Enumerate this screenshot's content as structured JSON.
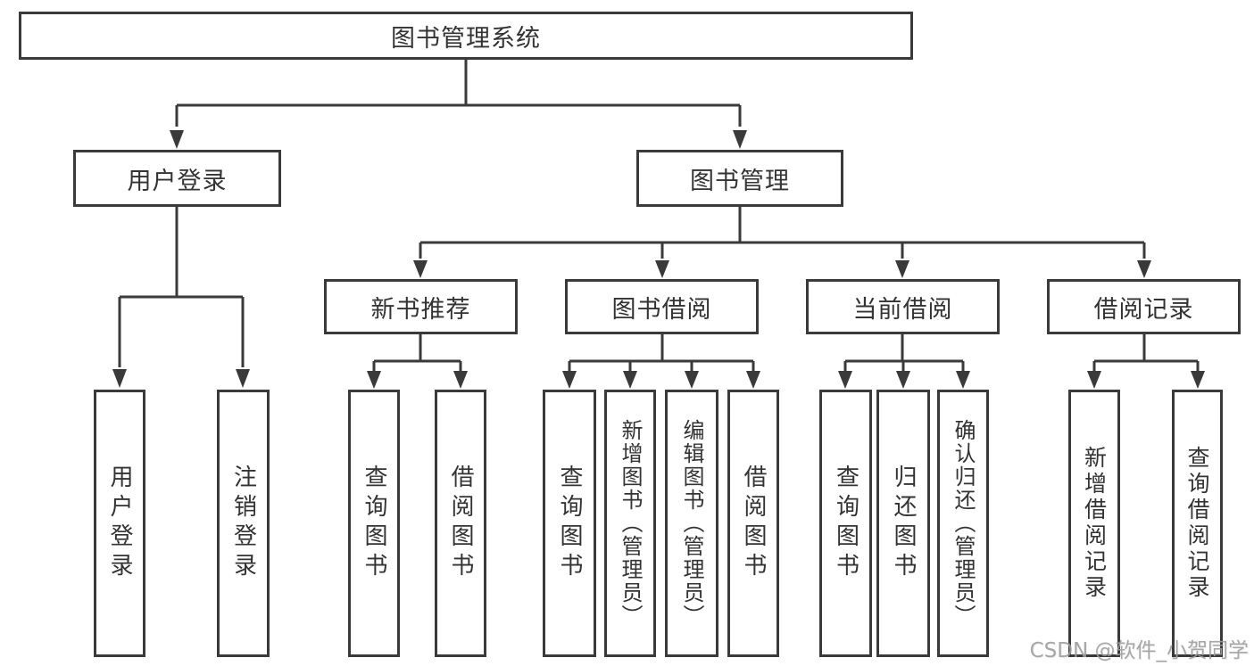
{
  "diagram": {
    "root_label": "图书管理系统",
    "level2": {
      "login": "用户登录",
      "management": "图书管理"
    },
    "level3": {
      "recommend": "新书推荐",
      "borrow": "图书借阅",
      "current": "当前借阅",
      "records": "借阅记录"
    },
    "leaves": {
      "login_children": [
        "用户登录",
        "注销登录"
      ],
      "recommend_children": [
        "查询图书",
        "借阅图书"
      ],
      "borrow_children": [
        "查询图书",
        "新增图书（管理员）",
        "编辑图书（管理员）",
        "借阅图书"
      ],
      "current_children": [
        "查询图书",
        "归还图书",
        "确认归还（管理员）"
      ],
      "records_children": [
        "新增借阅记录",
        "查询借阅记录"
      ]
    },
    "watermark": "CSDN @软件_小贺同学",
    "colors": {
      "line": "#3a3a3a",
      "text": "#333333",
      "watermark": "#9e9e9e",
      "background": "#ffffff"
    }
  }
}
